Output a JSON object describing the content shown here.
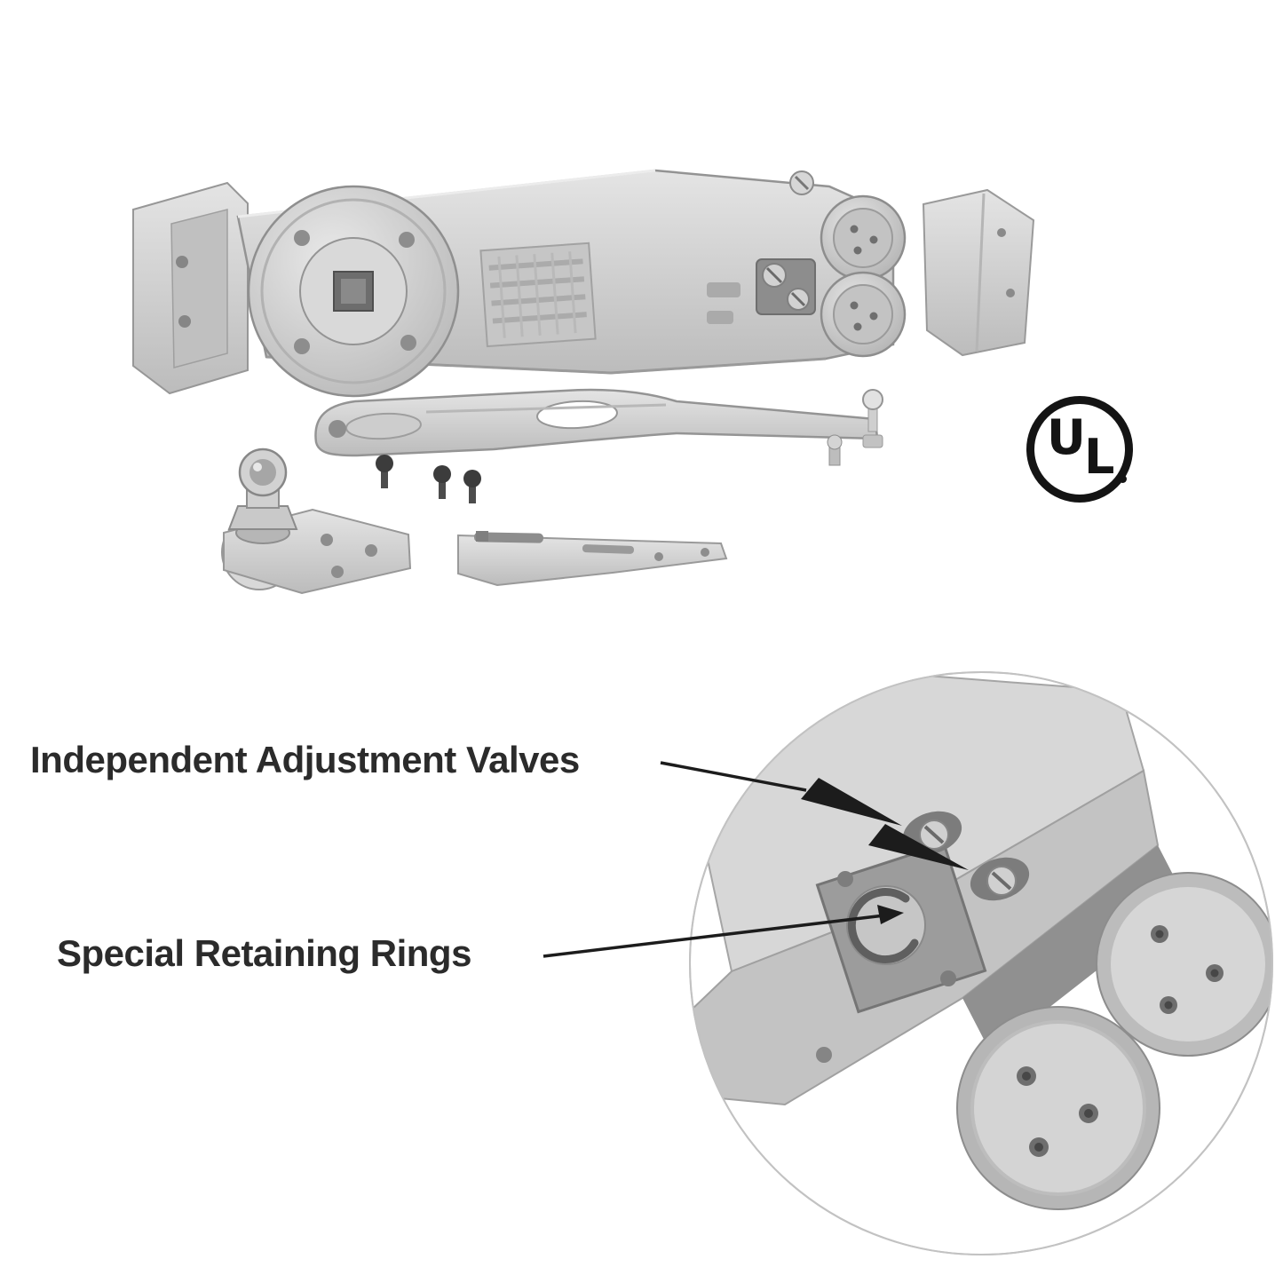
{
  "callouts": {
    "valves_label": "Independent Adjustment Valves",
    "rings_label": "Special Retaining Rings"
  },
  "ul_mark": {
    "letter_u": "U",
    "letter_l": "L"
  },
  "colors": {
    "background": "#ffffff",
    "label_ink": "#2b2b2b",
    "leader_ink": "#1c1c1c",
    "ul_ink": "#141414",
    "metal_light": "#dcdcdc",
    "metal_mid": "#c4c4c4",
    "metal_dark": "#8f8f8f",
    "metal_outline": "#979797"
  }
}
